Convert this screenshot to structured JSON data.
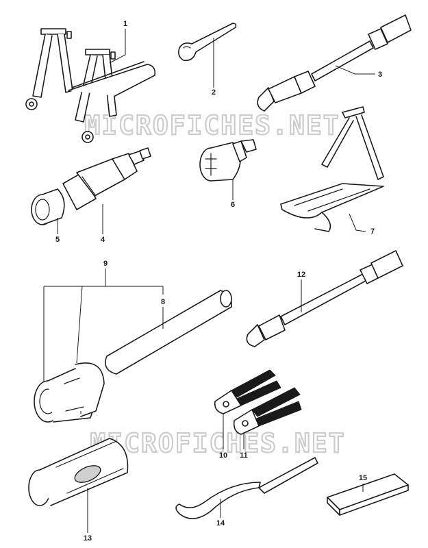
{
  "watermark": "MICROFICHES.NET",
  "callouts": [
    "1",
    "2",
    "3",
    "4",
    "5",
    "6",
    "7",
    "8",
    "9",
    "10",
    "11",
    "12",
    "13",
    "14",
    "15"
  ],
  "colors": {
    "line": "#1a1a1a",
    "watermark": "#c4c4c4",
    "background": "#ffffff"
  }
}
